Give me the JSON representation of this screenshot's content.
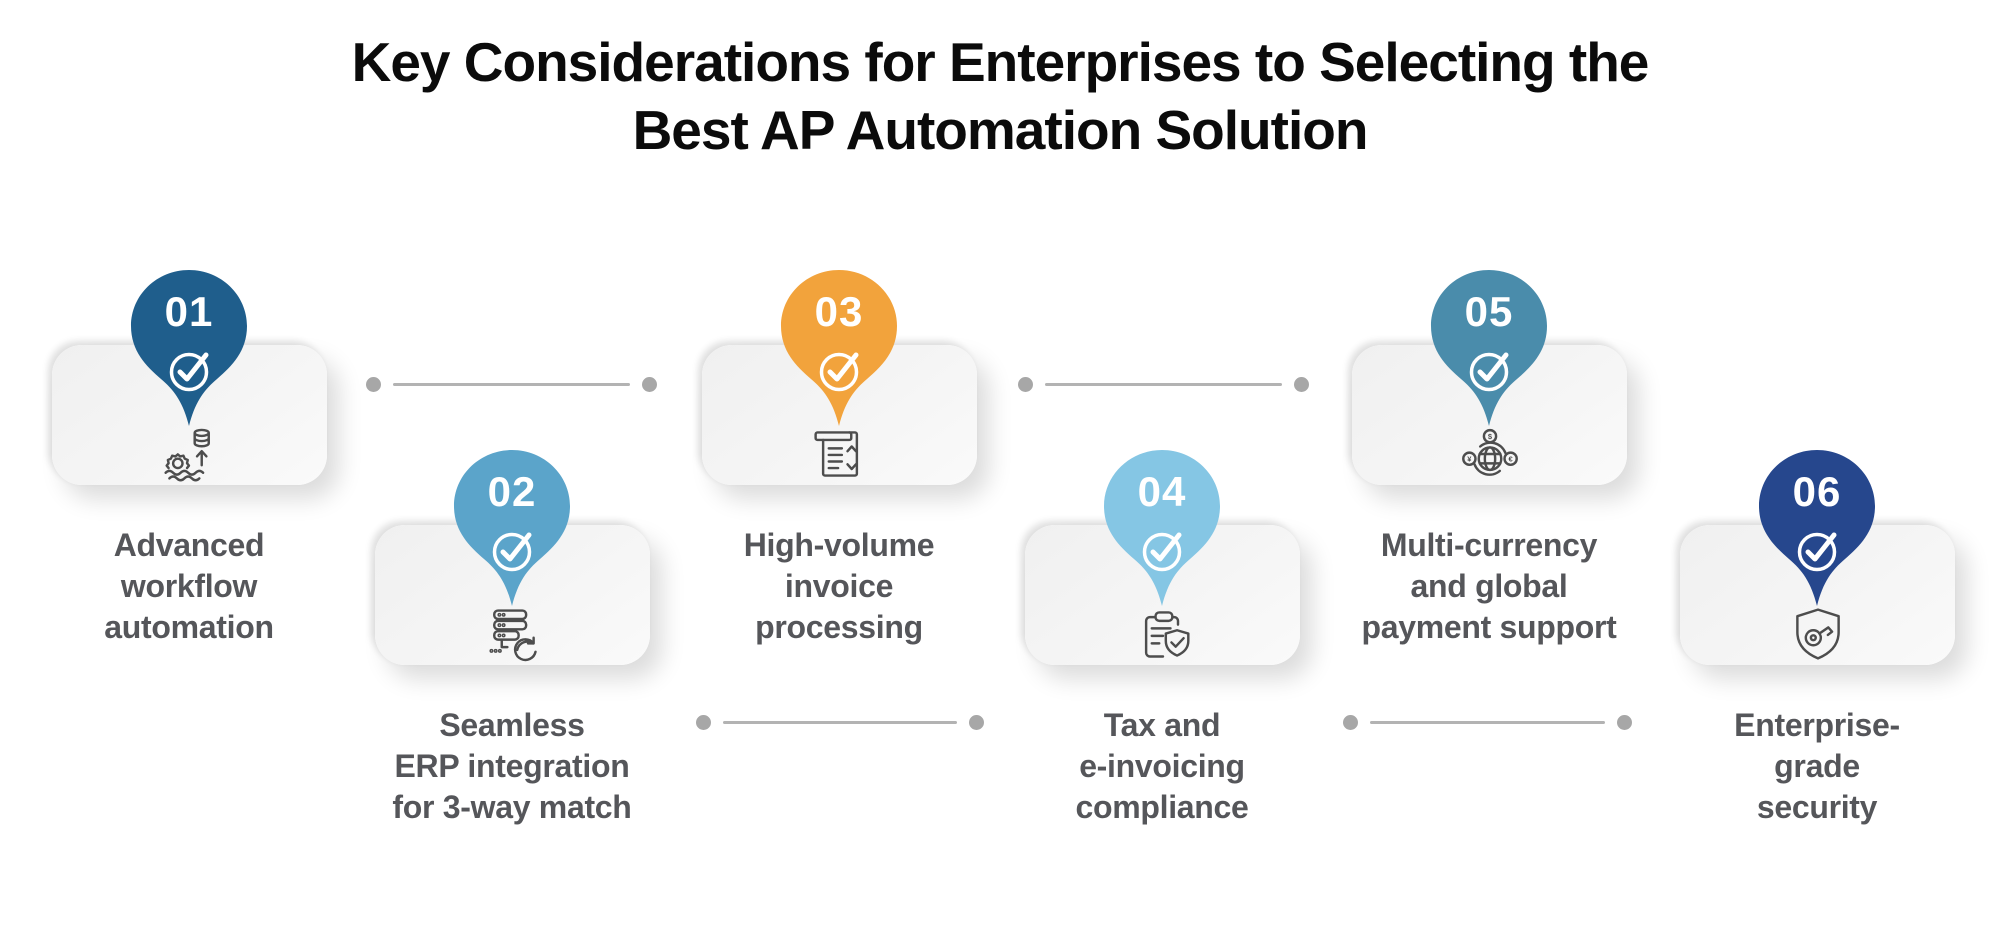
{
  "title": {
    "line1": "Key Considerations for Enterprises to Selecting the",
    "line2": "Best AP Automation Solution"
  },
  "items": [
    {
      "number": "01",
      "label": "Advanced\nworkflow\nautomation",
      "color": "#1f5e8c",
      "icon": "workflow-automation-icon"
    },
    {
      "number": "02",
      "label": "Seamless\nERP integration\nfor 3-way match",
      "color": "#5ba4ca",
      "icon": "erp-integration-icon"
    },
    {
      "number": "03",
      "label": "High-volume\ninvoice\nprocessing",
      "color": "#f2a33c",
      "icon": "invoice-processing-icon"
    },
    {
      "number": "04",
      "label": "Tax and\ne-invoicing\ncompliance",
      "color": "#85c6e4",
      "icon": "tax-compliance-icon"
    },
    {
      "number": "05",
      "label": "Multi-currency\nand global\npayment support",
      "color": "#4a8cab",
      "icon": "global-currency-icon"
    },
    {
      "number": "06",
      "label": "Enterprise-\ngrade\nsecurity",
      "color": "#26478d",
      "icon": "security-shield-key-icon"
    }
  ],
  "style_colors": {
    "title_text": "#0b0b0b",
    "label_text": "#55565a",
    "card_fill": "#f3f3f3",
    "connector": "#b3b3b3",
    "pin_check": "#ffffff"
  }
}
